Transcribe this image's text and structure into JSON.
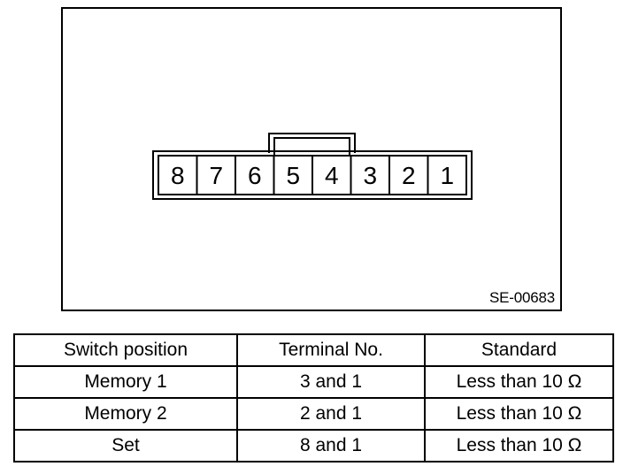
{
  "diagram": {
    "terminals": [
      "8",
      "7",
      "6",
      "5",
      "4",
      "3",
      "2",
      "1"
    ],
    "figure_code": "SE-00683"
  },
  "table": {
    "headers": [
      "Switch position",
      "Terminal No.",
      "Standard"
    ],
    "rows": [
      [
        "Memory 1",
        "3 and 1",
        "Less than 10 Ω"
      ],
      [
        "Memory 2",
        "2 and 1",
        "Less than 10 Ω"
      ],
      [
        "Set",
        "8 and 1",
        "Less than 10 Ω"
      ]
    ]
  }
}
